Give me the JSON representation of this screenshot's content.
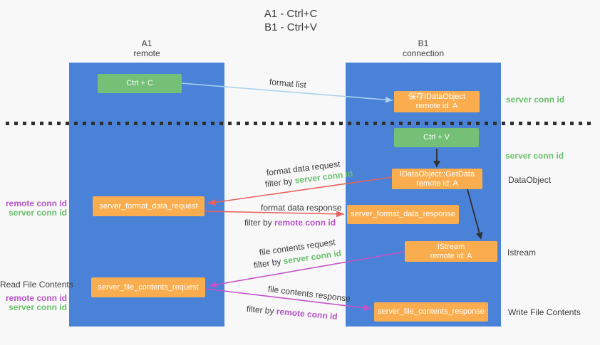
{
  "title": {
    "line1": "A1 - Ctrl+C",
    "line2": "B1 - Ctrl+V"
  },
  "lifelines": {
    "a1": {
      "name": "A1",
      "subtitle": "remote"
    },
    "b1": {
      "name": "B1",
      "subtitle": "connection"
    }
  },
  "nodes": {
    "ctrl_c": "Ctrl + C",
    "ctrl_v": "Ctrl + V",
    "save_idataobject": {
      "line1": "保存IDataObject",
      "line2": "remote id: A"
    },
    "getdata": {
      "line1": "IDataObject::GetData",
      "line2": "remote id: A"
    },
    "istream": {
      "line1": "IStream",
      "line2": "remote id: A"
    },
    "format_request": "server_format_data_request",
    "format_response": "server_format_data_response",
    "file_request": "server_file_contents_request",
    "file_response": "server_file_contents_response"
  },
  "messages": {
    "format_list": "format list",
    "format_data_request": "format data request",
    "format_data_response": "format data response",
    "file_contents_request": "file contents request",
    "file_contents_response": "file contents response"
  },
  "fragments": {
    "filter_by": "filter by",
    "server_conn_id": "server conn id",
    "remote_conn_id": "remote conn id"
  },
  "annotations": {
    "server_conn_id_top": "server conn id",
    "server_conn_id_mid": "server conn id",
    "dataobject": "DataObject",
    "istream": "Istream",
    "read_file_contents": "Read File Contents",
    "write_file_contents": "Write File Contents"
  },
  "colors": {
    "lifeline_blue": "#4a82d8",
    "node_green": "#74c077",
    "node_orange": "#f9ad4e",
    "arrow_blue": "#a9d2ee",
    "arrow_red": "#e8625d",
    "arrow_magenta": "#c453c8",
    "arrow_black": "#2f2f2f",
    "label_green": "#6abf6e",
    "label_purple": "#b453c8",
    "text_dark": "#3d3d3d",
    "background": "#f8f8f8"
  }
}
